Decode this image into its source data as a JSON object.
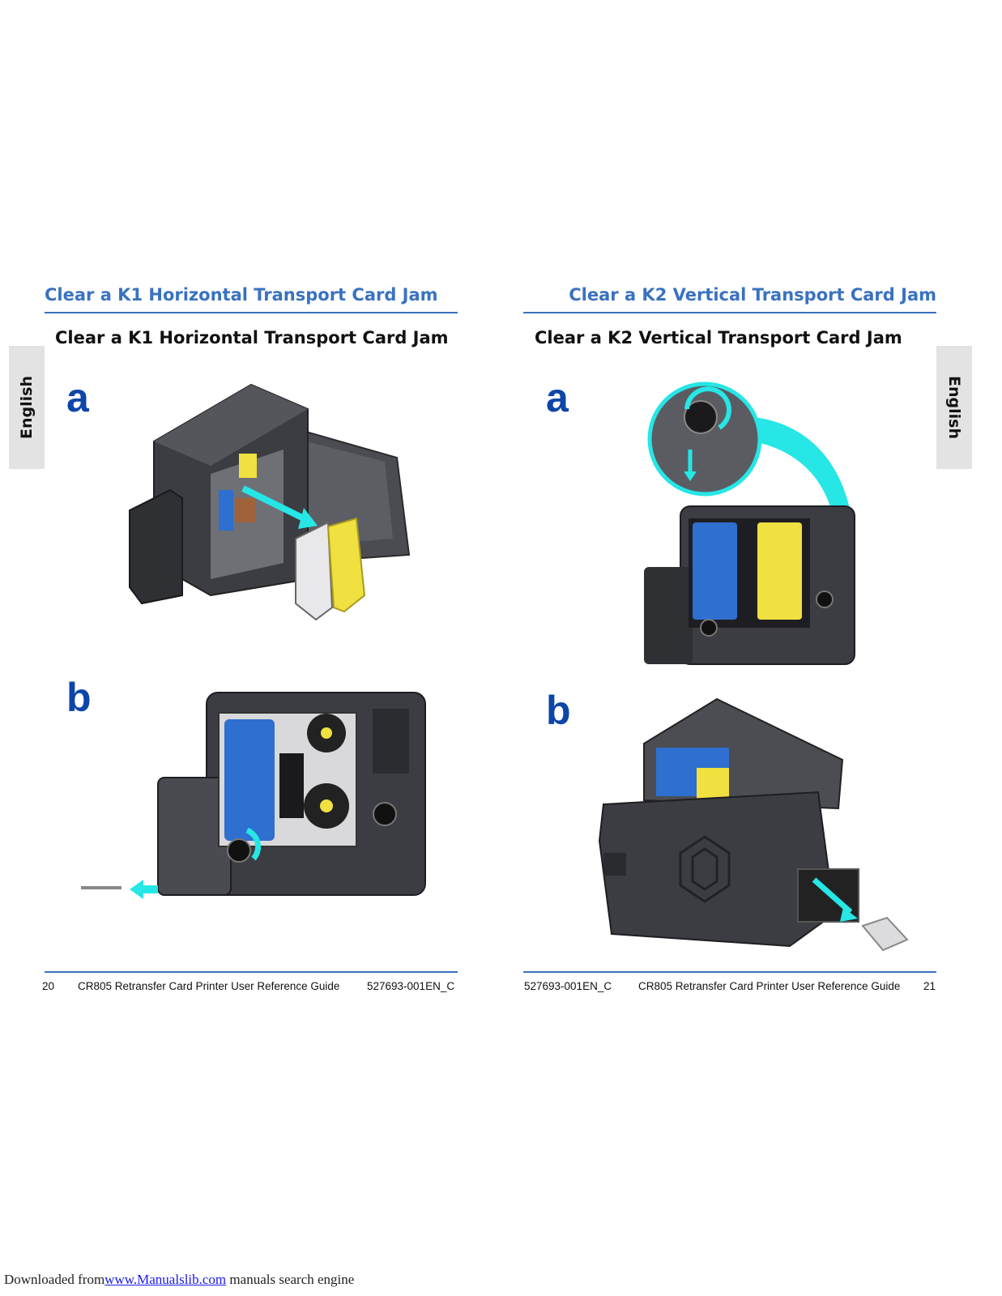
{
  "left_page": {
    "header": "Clear a K1 Horizontal Transport Card Jam",
    "subtitle": "Clear a K1 Horizontal Transport Card Jam",
    "lang_tab": "English",
    "step_a": "a",
    "step_b": "b",
    "footer": {
      "page_number": "20",
      "guide_title": "CR805 Retransfer Card Printer User Reference Guide",
      "doc_code": "527693-001EN_C"
    }
  },
  "right_page": {
    "header": "Clear a K2 Vertical Transport Card Jam",
    "subtitle": "Clear a K2 Vertical Transport Card Jam",
    "lang_tab": "English",
    "step_a": "a",
    "step_b": "b",
    "footer": {
      "doc_code": "527693-001EN_C",
      "guide_title": "CR805 Retransfer Card Printer User Reference Guide",
      "page_number": "21"
    }
  },
  "download_notice": {
    "prefix": "Downloaded from",
    "link_text": "www.Manualslib.com",
    "suffix": " manuals search engine"
  },
  "colors": {
    "accent_blue": "#3a72c0",
    "step_label_blue": "#0d46a8",
    "arrow_cyan": "#26e6e6",
    "ribbon_blue": "#2e6fd0",
    "ribbon_yellow": "#f0e040",
    "printer_body": "#3c3d42"
  }
}
